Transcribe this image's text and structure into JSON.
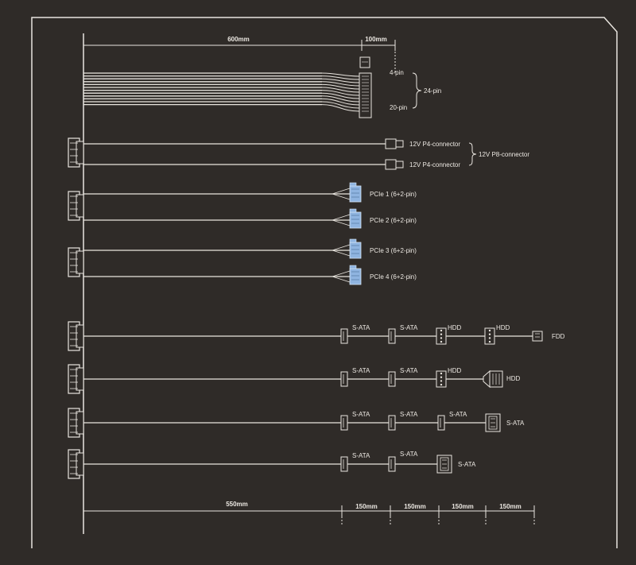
{
  "colors": {
    "background": "#2f2b28",
    "line": "#e9e5df",
    "pcie_connector": "#8fb4e0"
  },
  "dimensions": {
    "main_length": "600mm",
    "extension_length": "100mm",
    "peripheral_base_length": "550mm",
    "segments": [
      "150mm",
      "150mm",
      "150mm",
      "150mm"
    ]
  },
  "atx24": {
    "label_4pin": "4-pin",
    "label_20pin": "20-pin",
    "label_total": "24-pin"
  },
  "cpu": {
    "connector_labels": [
      "12V P4-connector",
      "12V P4-connector"
    ],
    "group_label": "12V P8-connector"
  },
  "pcie": {
    "labels": [
      "PCIe 1 (6+2-pin)",
      "PCIe 2 (6+2-pin)",
      "PCIe 3 (6+2-pin)",
      "PCIe 4 (6+2-pin)"
    ]
  },
  "peripheral_cables": [
    {
      "connectors": [
        {
          "type": "sata",
          "label": "S-ATA"
        },
        {
          "type": "sata",
          "label": "S-ATA"
        },
        {
          "type": "molex",
          "label": "HDD"
        },
        {
          "type": "molex",
          "label": "HDD"
        },
        {
          "type": "fdd",
          "label": "FDD"
        }
      ]
    },
    {
      "connectors": [
        {
          "type": "sata",
          "label": "S-ATA"
        },
        {
          "type": "sata",
          "label": "S-ATA"
        },
        {
          "type": "molex",
          "label": "HDD"
        },
        {
          "type": "molex-end",
          "label": "HDD"
        }
      ]
    },
    {
      "connectors": [
        {
          "type": "sata",
          "label": "S-ATA"
        },
        {
          "type": "sata",
          "label": "S-ATA"
        },
        {
          "type": "sata",
          "label": "S-ATA"
        },
        {
          "type": "sata-end",
          "label": "S-ATA"
        }
      ]
    },
    {
      "connectors": [
        {
          "type": "sata",
          "label": "S-ATA"
        },
        {
          "type": "sata",
          "label": "S-ATA"
        },
        {
          "type": "sata-end",
          "label": "S-ATA"
        }
      ]
    }
  ]
}
